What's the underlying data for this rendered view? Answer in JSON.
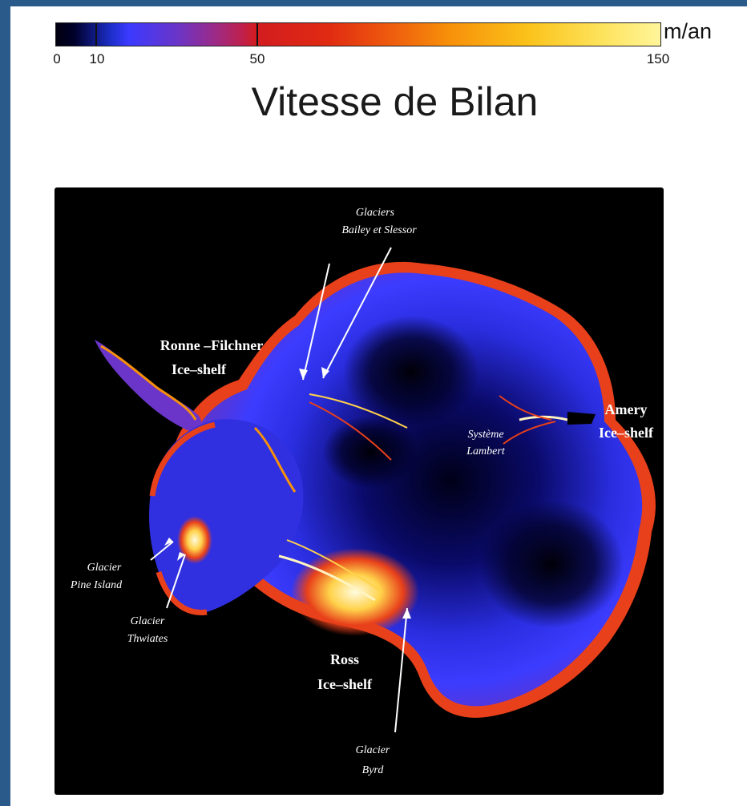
{
  "colorbar": {
    "units": "m/an",
    "min": 0,
    "max": 150,
    "ticks": [
      "0",
      "10",
      "50",
      "150"
    ],
    "tick_values": [
      0,
      10,
      50,
      150
    ]
  },
  "title": "Vitesse de Bilan",
  "map": {
    "labels": {
      "ronne_line1": "Ronne –Filchner",
      "ronne_line2": "Ice–shelf",
      "bailey_line1": "Glaciers",
      "bailey_line2": "Bailey et Slessor",
      "amery_line1": "Amery",
      "amery_line2": "Ice–shelf",
      "lambert_line1": "Système",
      "lambert_line2": "Lambert",
      "pine_line1": "Glacier",
      "pine_line2": "Pine Island",
      "thwaites_line1": "Glacier",
      "thwaites_line2": "Thwiates",
      "ross_line1": "Ross",
      "ross_line2": "Ice–shelf",
      "byrd_line1": "Glacier",
      "byrd_line2": "Byrd"
    }
  }
}
